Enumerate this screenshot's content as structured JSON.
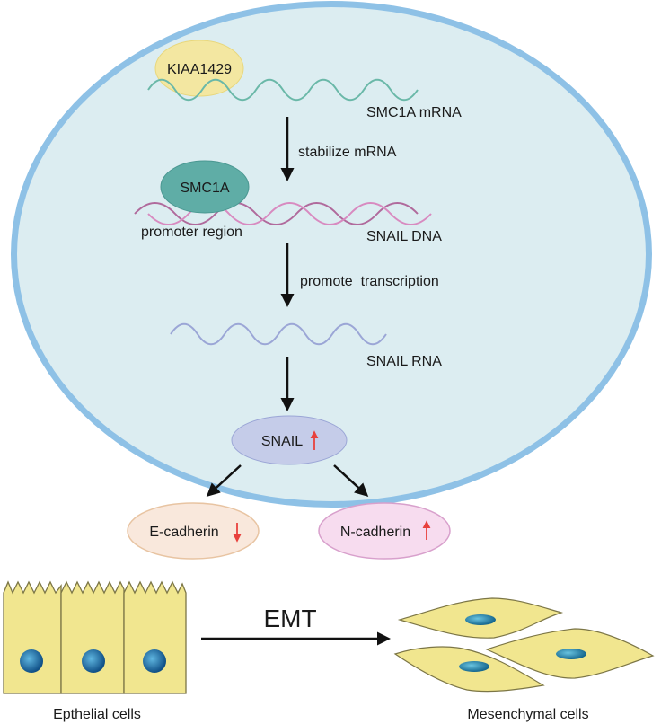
{
  "labels": {
    "kiaa1429": "KIAA1429",
    "smc1a_mrna": "SMC1A mRNA",
    "stabilize": "stabilize mRNA",
    "smc1a": "SMC1A",
    "promoter_region": "promoter region",
    "snail_dna": "SNAIL DNA",
    "promote_transcription": "promote  transcription",
    "snail_rna": "SNAIL RNA",
    "snail": "SNAIL",
    "e_cadherin": "E-cadherin",
    "n_cadherin": "N-cadherin",
    "emt": "EMT",
    "epithelial_cells": "Epthelial cells",
    "mesenchymal_cells": "Mesenchymal cells"
  },
  "regulation": {
    "snail": "up",
    "e_cadherin": "down",
    "n_cadherin": "up"
  },
  "colors": {
    "cell_fill": "#dcedf1",
    "cell_border": "#8ec1e6",
    "kiaa1429": "#f3e7a1",
    "smc1a": "#5fada6",
    "mrna_wave": "#6ab8a8",
    "dna_strand_a": "#b06a9c",
    "dna_strand_b": "#d88ac0",
    "snail_rna_wave": "#9ba6d6",
    "snail_node": "#c5cce9",
    "e_cadherin_node": "#f9e8dc",
    "n_cadherin_node": "#f7dcef",
    "up_arrow": "#e8413d",
    "down_arrow": "#e8413d",
    "cell_body": "#f1e68f",
    "nucleus": "#1a6fa8"
  }
}
